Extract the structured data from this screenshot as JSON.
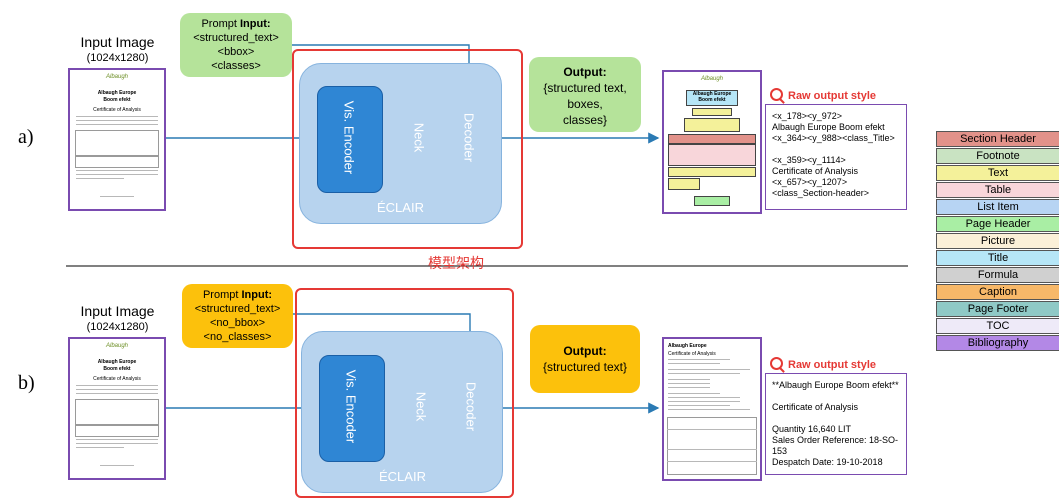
{
  "rows": {
    "a": {
      "label": "a)",
      "input_image": {
        "title": "Input Image",
        "size": "(1024x1280)"
      },
      "prompt": {
        "prefix": "Prompt ",
        "bold": "Input:",
        "lines": [
          "<structured_text>",
          "<bbox>",
          "<classes>"
        ]
      },
      "model": {
        "encoder": "Vis. Encoder",
        "neck": "Neck",
        "decoder": "Decoder",
        "name": "ÉCLAIR"
      },
      "output": {
        "bold": "Output:",
        "lines": [
          "{structured text,",
          "boxes,",
          "classes}"
        ]
      },
      "raw_header": "Raw output style",
      "raw_text": "<x_178><y_972>\nAlbaugh Europe Boom efekt\n<x_364><y_988><class_Title>\n\n<x_359><y_1114>\nCertificate of Analysis\n<x_657><y_1207>\n<class_Section-header>"
    },
    "b": {
      "label": "b)",
      "input_image": {
        "title": "Input Image",
        "size": "(1024x1280)"
      },
      "prompt": {
        "prefix": "Prompt ",
        "bold": "Input:",
        "lines": [
          "<structured_text>",
          "<no_bbox>",
          "<no_classes>"
        ]
      },
      "model": {
        "encoder": "Vis. Encoder",
        "neck": "Neck",
        "decoder": "Decoder",
        "name": "ÉCLAIR"
      },
      "output": {
        "bold": "Output:",
        "lines": [
          "{structured text}"
        ]
      },
      "raw_header": "Raw output style",
      "raw_text": "**Albaugh Europe Boom efekt**\n\nCertificate of Analysis\n\nQuantity 16,640 LIT\nSales Order Reference: 18-SO-153\nDespatch Date: 19-10-2018"
    },
    "annotation": "模型架构"
  },
  "doc_preview": {
    "logo": "Albaugh",
    "title_1": "Albaugh Europe",
    "title_2": "Boom efekt",
    "subtitle": "Certificate of Analysis"
  },
  "legend": [
    {
      "label": "Section Header",
      "color": "#e2928a"
    },
    {
      "label": "Footnote",
      "color": "#c9e3c2"
    },
    {
      "label": "Text",
      "color": "#f4f19a"
    },
    {
      "label": "Table",
      "color": "#f8d6da"
    },
    {
      "label": "List Item",
      "color": "#b7d4f3"
    },
    {
      "label": "Page Header",
      "color": "#a9eea4"
    },
    {
      "label": "Picture",
      "color": "#fbf0d8"
    },
    {
      "label": "Title",
      "color": "#b6e6f7"
    },
    {
      "label": "Formula",
      "color": "#d0d0d0"
    },
    {
      "label": "Caption",
      "color": "#f7b869"
    },
    {
      "label": "Page Footer",
      "color": "#8fc9c6"
    },
    {
      "label": "TOC",
      "color": "#eeeaf8"
    },
    {
      "label": "Bibliography",
      "color": "#b388e6"
    }
  ],
  "colors": {
    "prompt_a": "#b5e39a",
    "output_a": "#b5e39a",
    "prompt_b": "#fcc10c",
    "output_b": "#fcc10c",
    "frame": "#e53935",
    "arrow": "#2a7ab4"
  }
}
